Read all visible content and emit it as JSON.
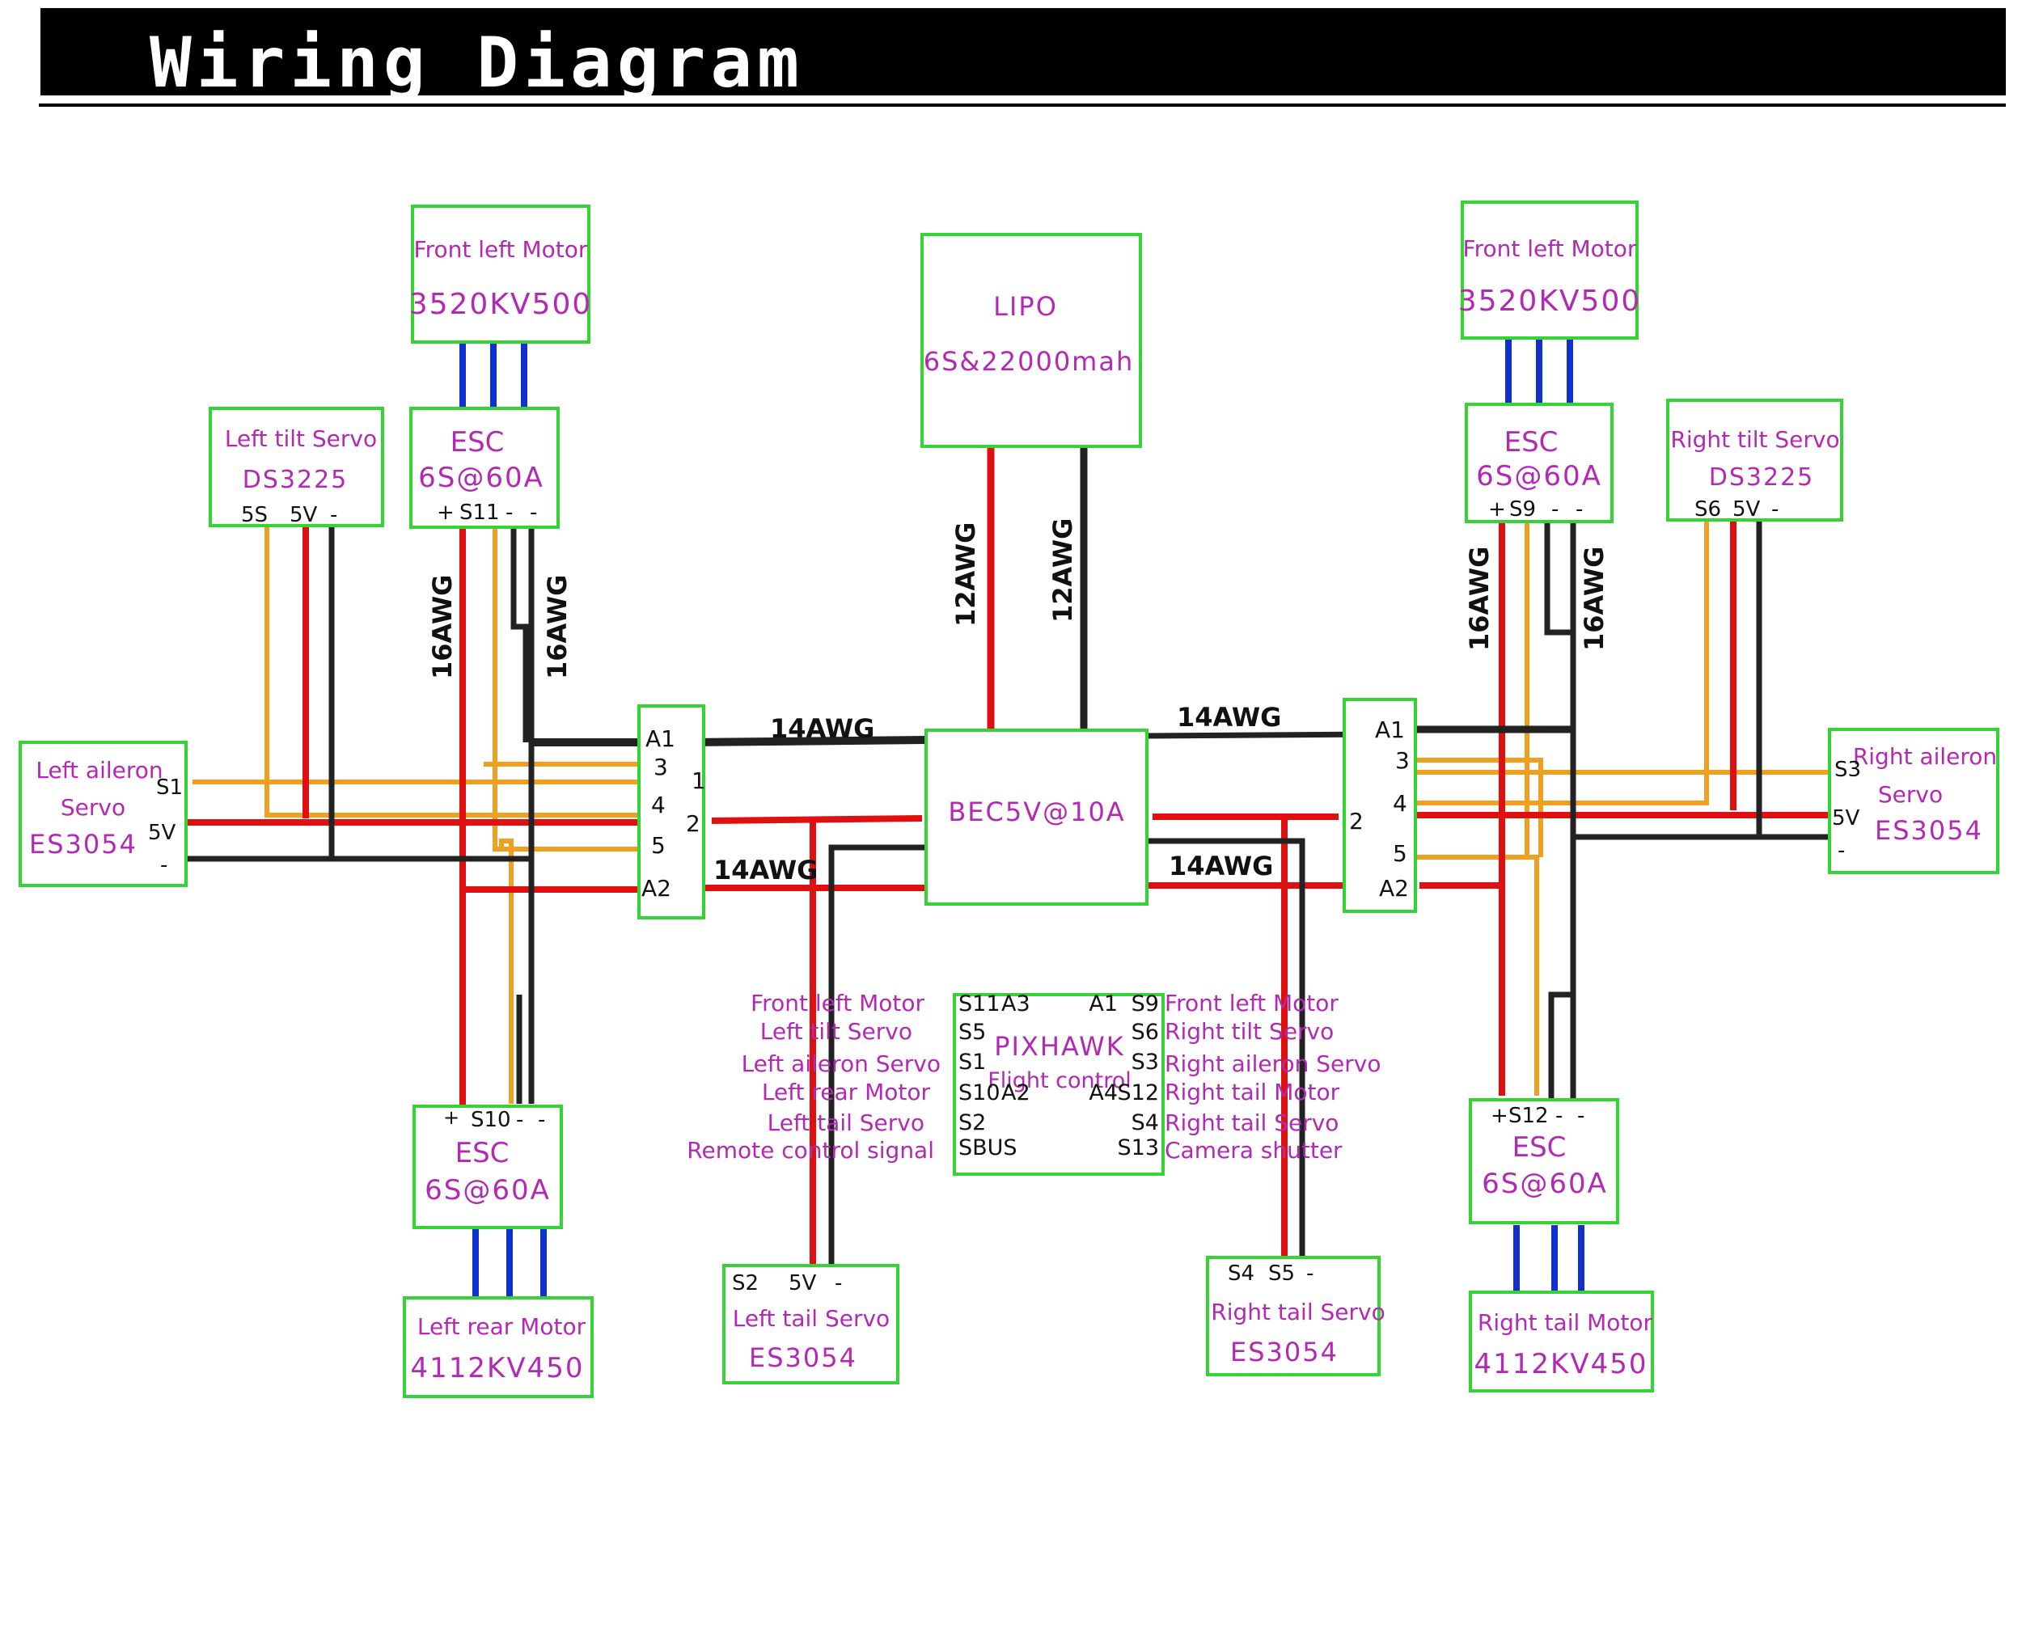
{
  "title": "Wiring Diagram",
  "colors": {
    "box_border": "#35d435",
    "label_text": "#b429b4",
    "power_wire": "#e01010",
    "ground_wire": "#222222",
    "signal_wire": "#f0a020",
    "motor_phase": "#1030d0"
  },
  "components": {
    "front_left_motor": {
      "name": "Front left Motor",
      "model": "3520KV500"
    },
    "front_right_motor": {
      "name": "Front left Motor",
      "model": "3520KV500"
    },
    "lipo": {
      "name": "LIPO",
      "spec": "6S&22000mah"
    },
    "left_tilt_servo": {
      "name": "Left tilt Servo",
      "model": "DS3225",
      "pins": [
        "5S",
        "5V",
        "-"
      ]
    },
    "right_tilt_servo": {
      "name": "Right tilt Servo",
      "model": "DS3225",
      "pins": [
        "S6",
        "5V",
        "-"
      ]
    },
    "esc_front_left": {
      "name": "ESC",
      "spec": "6S@60A",
      "pins": [
        "+",
        "S11",
        "-",
        "-"
      ]
    },
    "esc_front_right": {
      "name": "ESC",
      "spec": "6S@60A",
      "pins": [
        "+",
        "S9",
        "-",
        "-"
      ]
    },
    "esc_rear_left": {
      "name": "ESC",
      "spec": "6S@60A",
      "pins": [
        "+",
        "S10",
        "-",
        "-"
      ]
    },
    "esc_rear_right": {
      "name": "ESC",
      "spec": "6S@60A",
      "pins": [
        "+",
        "S12",
        "-",
        "-"
      ]
    },
    "left_aileron_servo": {
      "name": "Left aileron",
      "name2": "Servo",
      "model": "ES3054",
      "pins": [
        "S1",
        "5V",
        "-"
      ]
    },
    "right_aileron_servo": {
      "name": "Right aileron",
      "name2": "Servo",
      "model": "ES3054",
      "pins": [
        "S3",
        "5V",
        "-"
      ]
    },
    "bec": {
      "name": "BEC5V@10A"
    },
    "left_rear_motor": {
      "name": "Left rear Motor",
      "model": "4112KV450"
    },
    "right_tail_motor": {
      "name": "Right tail Motor",
      "model": "4112KV450"
    },
    "left_tail_servo": {
      "name": "Left tail Servo",
      "model": "ES3054",
      "pins": [
        "S2",
        "5V",
        "-"
      ]
    },
    "right_tail_servo": {
      "name": "Right tail Servo",
      "model": "ES3054",
      "pins": [
        "S4",
        "S5",
        "-"
      ]
    }
  },
  "hubs": {
    "left": {
      "labels": [
        "A1",
        "3",
        "1",
        "4",
        "2",
        "5",
        "A2"
      ]
    },
    "right": {
      "labels": [
        "A1",
        "3",
        "4",
        "2",
        "5",
        "A2"
      ]
    }
  },
  "wire_labels": {
    "awg16": "16AWG",
    "awg12": "12AWG",
    "awg14": "14AWG"
  },
  "pixhawk": {
    "name": "PIXHAWK",
    "subtitle": "Flight control",
    "pins_left": [
      "S11",
      "S5",
      "S1",
      "S10",
      "S2",
      "SBUS"
    ],
    "inner_left": [
      "A3",
      "",
      "",
      "A2",
      "",
      ""
    ],
    "inner_right": [
      "A1",
      "",
      "",
      "A4",
      "",
      ""
    ],
    "pins_right": [
      "S9",
      "S6",
      "S3",
      "S12",
      "S4",
      "S13"
    ],
    "labels_left": [
      "Front left Motor",
      "Left tilt Servo",
      "Left aileron Servo",
      "Left rear Motor",
      "Left tail Servo",
      "Remote control signal"
    ],
    "labels_right": [
      "Front left Motor",
      "Right tilt Servo",
      "Right aileron Servo",
      "Right tail Motor",
      "Right tail Servo",
      "Camera shutter"
    ]
  }
}
